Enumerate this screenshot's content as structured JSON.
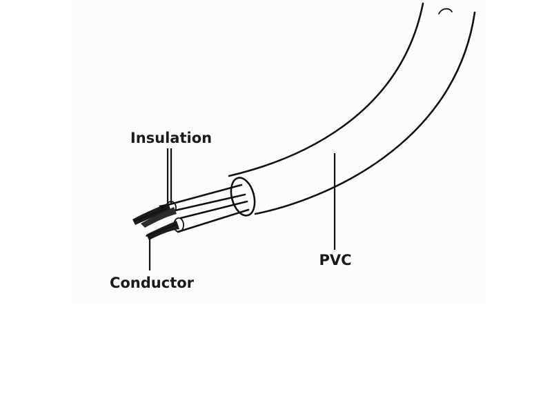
{
  "labels": {
    "insulation": "Insulation",
    "conductor": "Conductor",
    "pvc": "PVC"
  }
}
